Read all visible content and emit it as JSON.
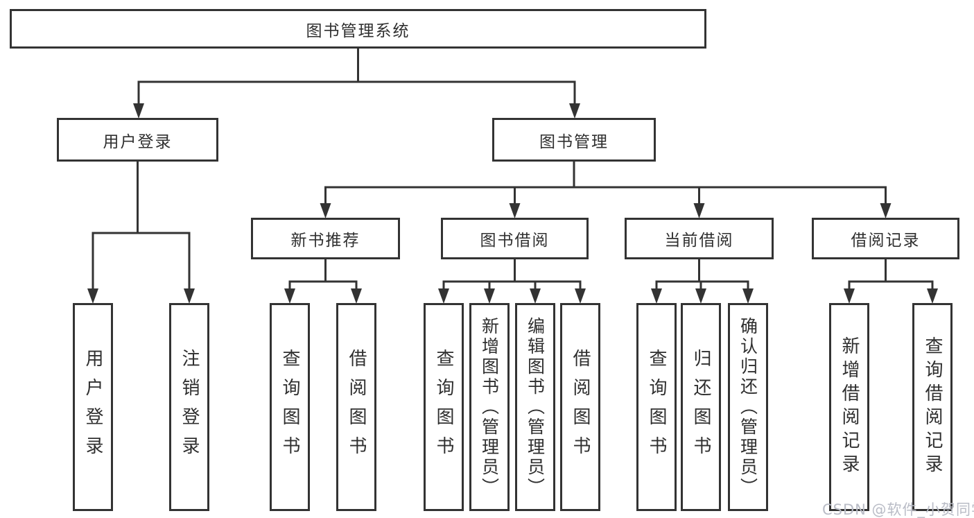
{
  "nodes": {
    "root": "图书管理系统",
    "level2": [
      "用户登录",
      "图书管理"
    ],
    "level3": [
      "新书推荐",
      "图书借阅",
      "当前借阅",
      "借阅记录"
    ],
    "leaves": [
      "用户登录",
      "注销登录",
      "查询图书",
      "借阅图书",
      "查询图书",
      "新增图书（管理员）",
      "编辑图书（管理员）",
      "借阅图书",
      "查询图书",
      "归还图书",
      "确认归还（管理员）",
      "新增借阅记录",
      "查询借阅记录"
    ]
  },
  "hierarchy": {
    "图书管理系统": [
      "用户登录",
      "图书管理"
    ],
    "用户登录": [
      "用户登录",
      "注销登录"
    ],
    "图书管理": [
      "新书推荐",
      "图书借阅",
      "当前借阅",
      "借阅记录"
    ],
    "新书推荐": [
      "查询图书",
      "借阅图书"
    ],
    "图书借阅": [
      "查询图书",
      "新增图书（管理员）",
      "编辑图书（管理员）",
      "借阅图书"
    ],
    "当前借阅": [
      "查询图书",
      "归还图书",
      "确认归还（管理员）"
    ],
    "借阅记录": [
      "新增借阅记录",
      "查询借阅记录"
    ]
  },
  "watermark": "CSDN @软件_小贺同学",
  "colors": {
    "line": "#333333",
    "text": "#2f2f2f",
    "background": "#ffffff",
    "watermark": "#b9bcc6"
  }
}
